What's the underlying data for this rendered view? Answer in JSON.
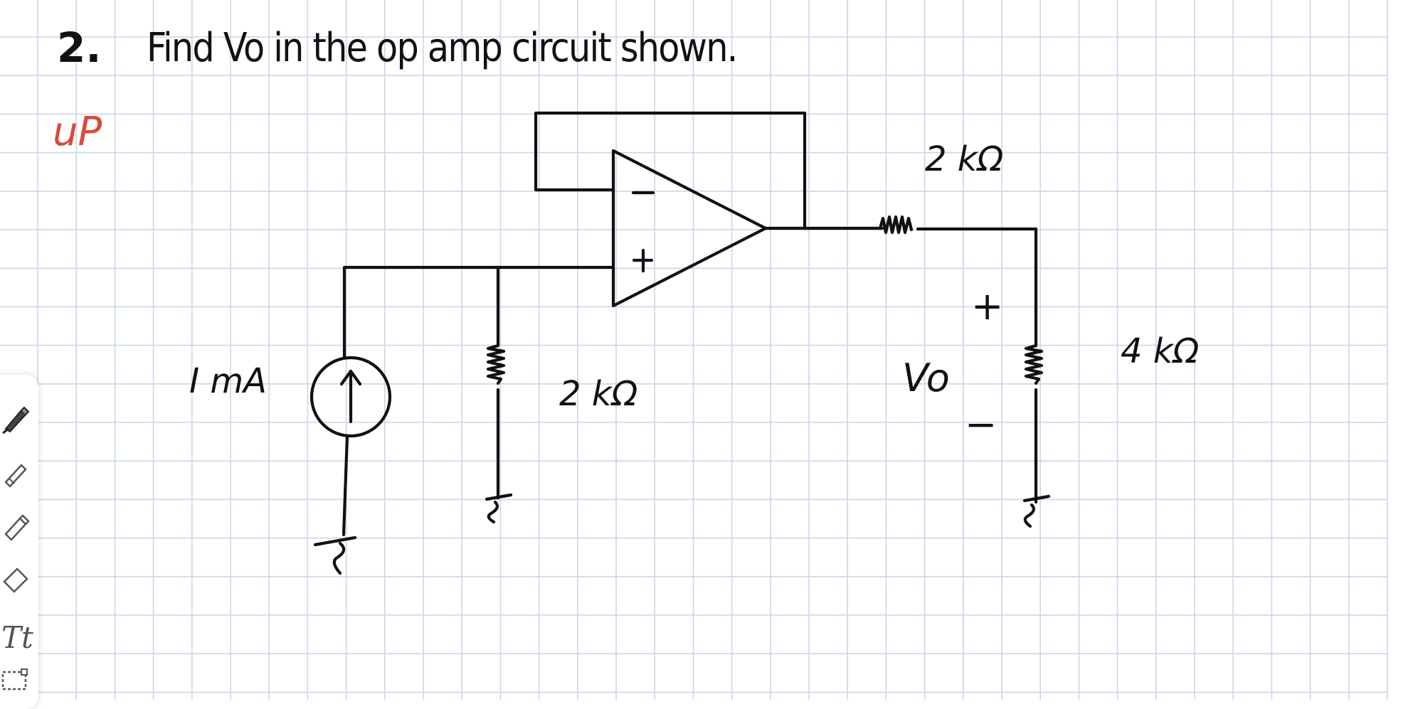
{
  "question": {
    "number": "2.",
    "text": "Find Vo in the op amp circuit shown.",
    "annotation": "uP"
  },
  "circuit": {
    "source_label": "I mA",
    "resistor_ground_label": "2 kΩ",
    "resistor_series_label": "2 kΩ",
    "resistor_load_label": "4 kΩ",
    "output_label": "Vo",
    "output_plus": "+",
    "output_minus": "−",
    "opamp_inverting": "−",
    "opamp_noninverting": "+"
  },
  "toolbar": {
    "tools": [
      "pen-icon",
      "pencil-icon",
      "highlighter-icon",
      "eraser-icon",
      "text-tool-icon",
      "lasso-icon"
    ],
    "text_tool_label": "Tt"
  },
  "colors": {
    "grid": "#c9d6ea",
    "ink": "#111111",
    "annotation": "#d94a3a",
    "background": "#ffffff"
  }
}
